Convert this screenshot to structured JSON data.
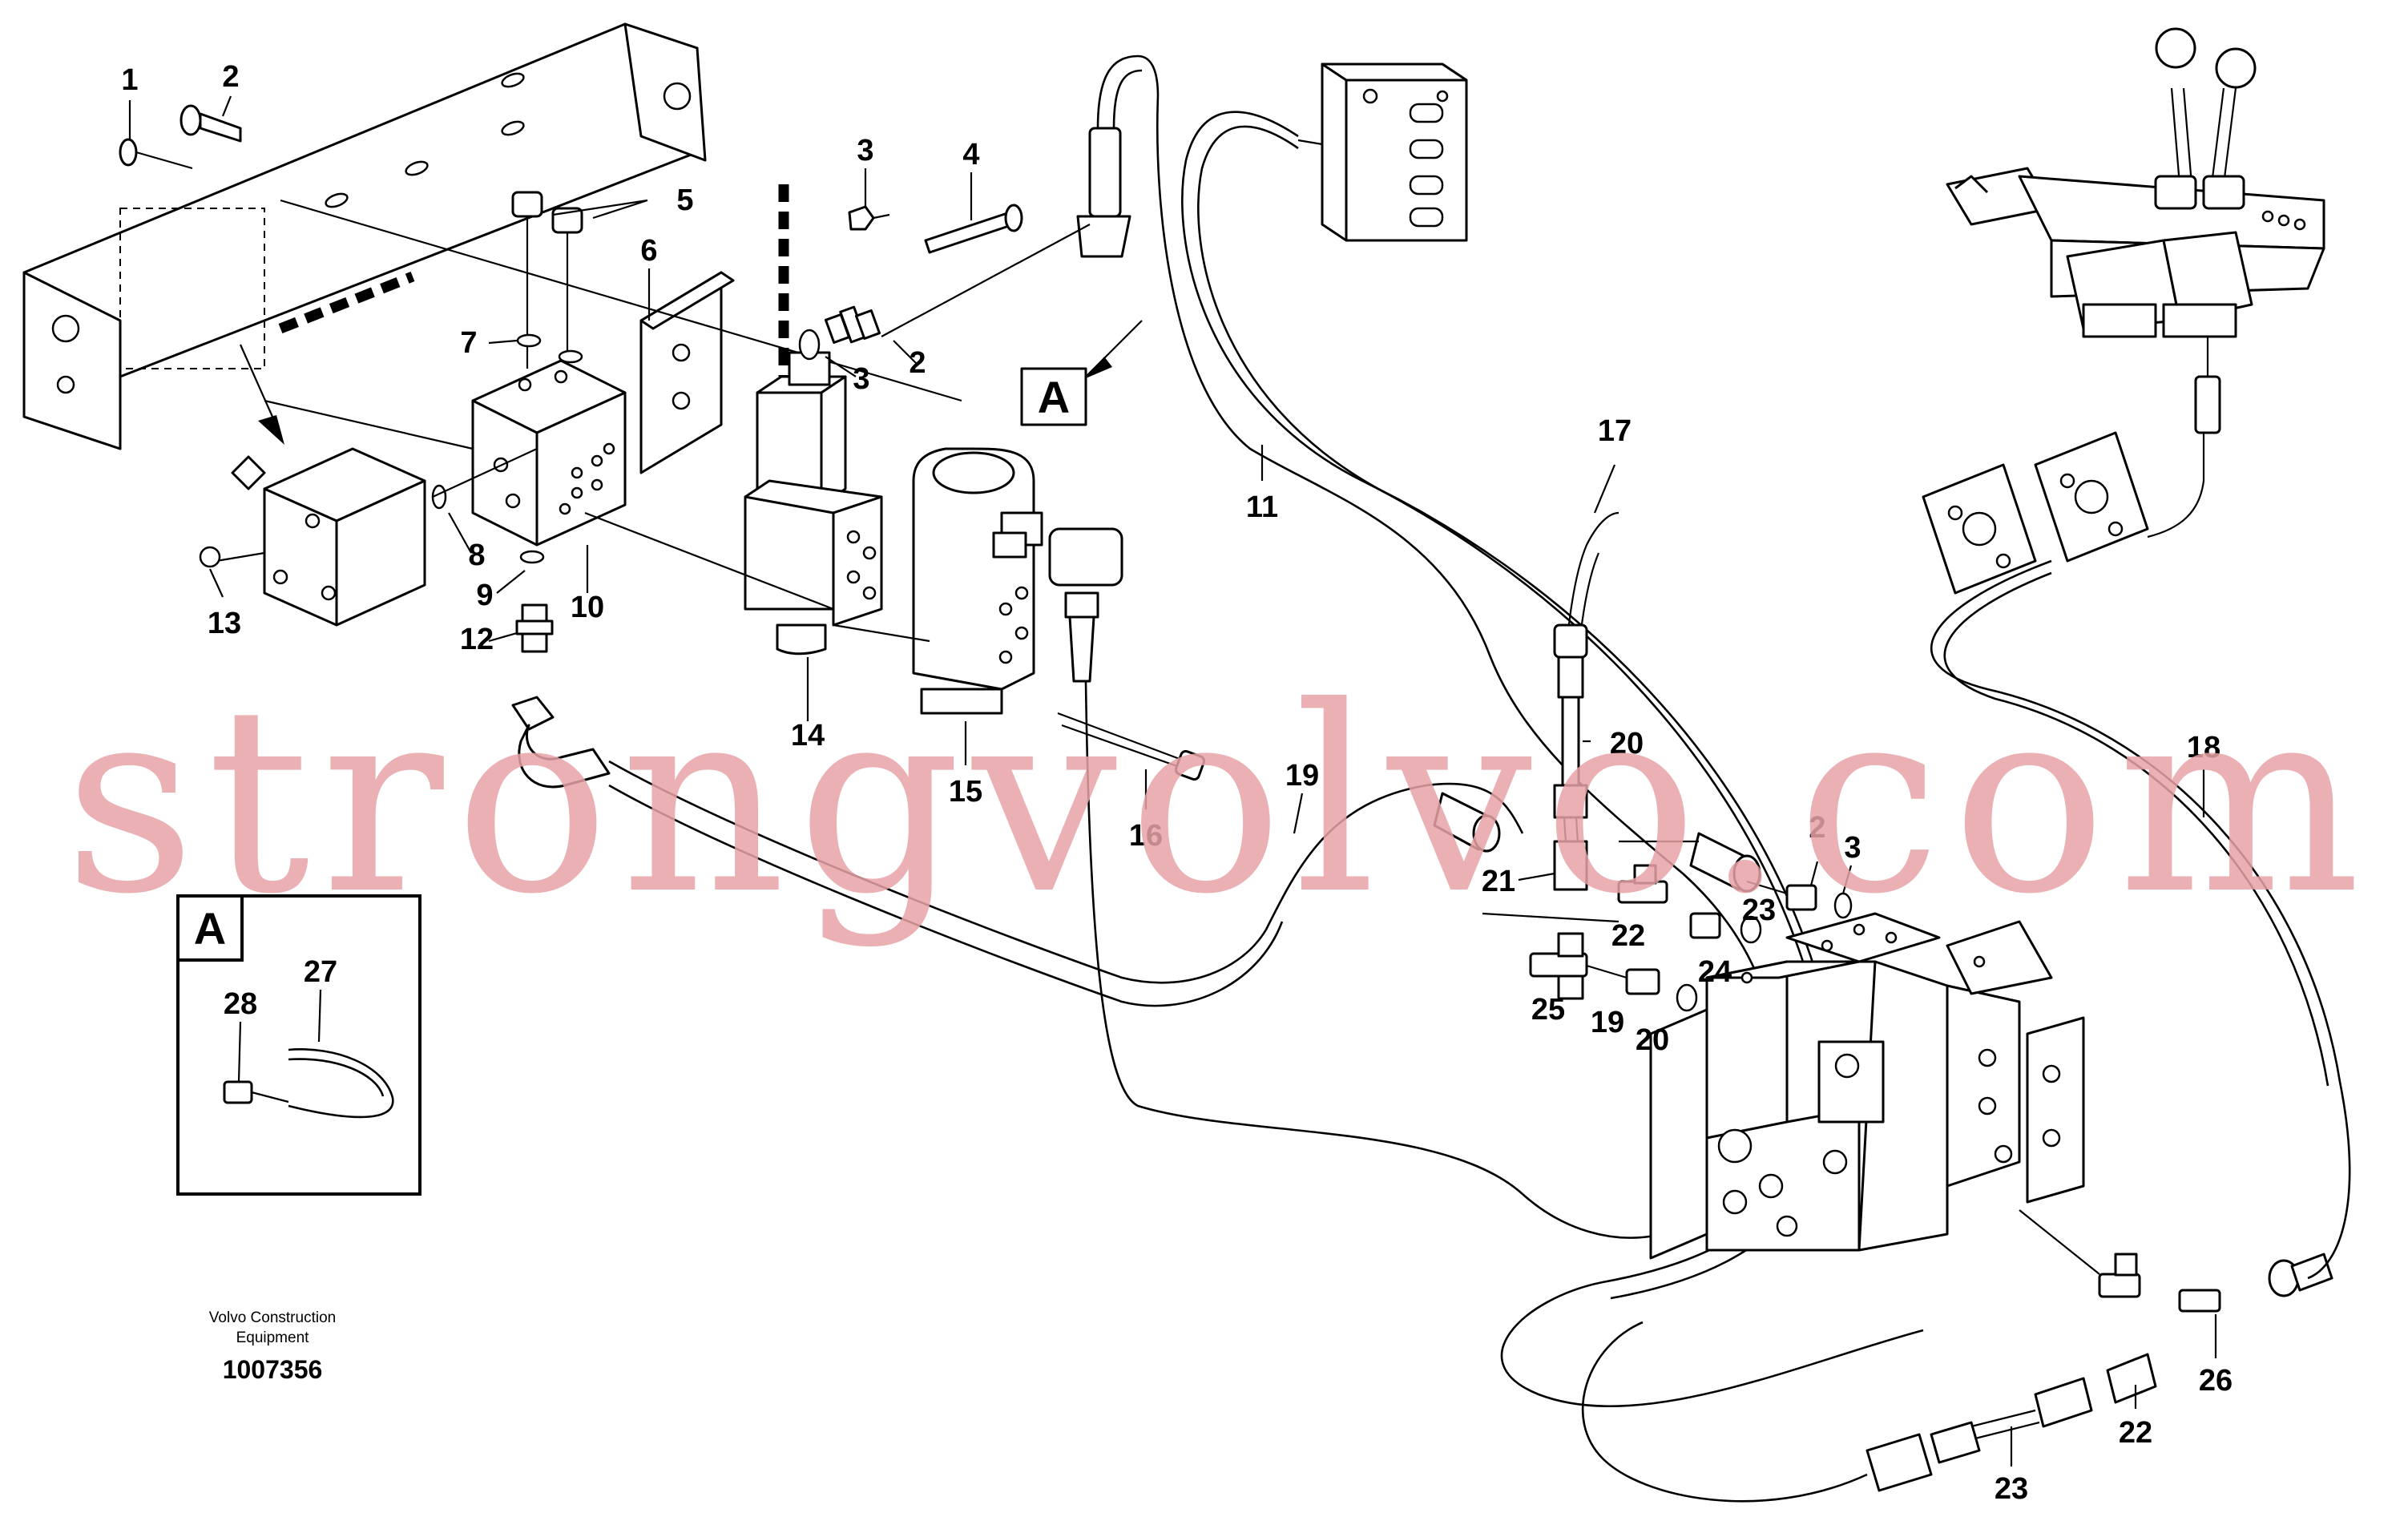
{
  "diagram": {
    "part_labels": [
      "1",
      "2",
      "3",
      "4",
      "5",
      "6",
      "7",
      "8",
      "9",
      "10",
      "12",
      "13",
      "14",
      "15",
      "16",
      "11",
      "17",
      "18",
      "19",
      "20",
      "21",
      "22",
      "23",
      "24",
      "25",
      "26",
      "27",
      "28"
    ],
    "extra_labels": {
      "p2b": "2",
      "p3b": "3",
      "p2c": "2",
      "p3c": "3",
      "p19b": "19",
      "p20b": "20",
      "p22b": "22",
      "p23b": "23"
    },
    "detail_tag": "A",
    "detail_box_tag": "A",
    "caption_line1": "Volvo Construction",
    "caption_line2": "Equipment",
    "document_number": "1007356"
  },
  "watermark": "strongvolvo.com"
}
